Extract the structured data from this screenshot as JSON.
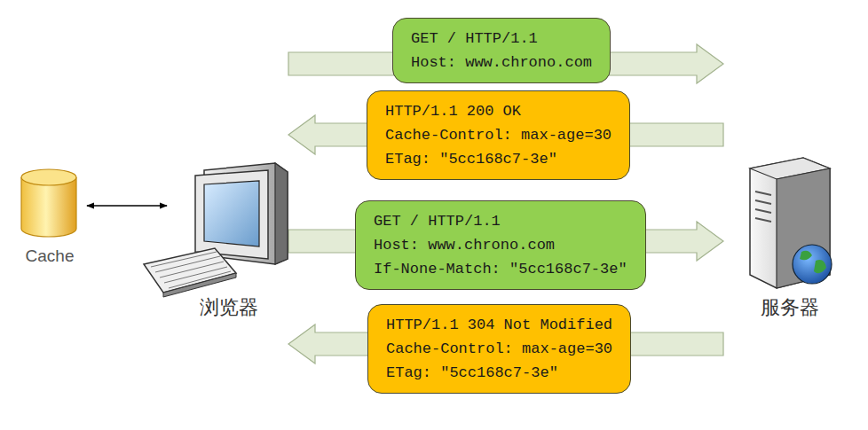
{
  "diagram": {
    "nodes": [
      {
        "text": [
          "Cache"
        ]
      },
      {
        "text": [
          "浏览器"
        ]
      },
      {
        "text": [
          "服务器"
        ]
      },
      {
        "text": [
          "GET / HTTP/1.1",
          "Host: www.chrono.com"
        ]
      },
      {
        "text": [
          "HTTP/1.1 200 OK",
          "Cache-Control: max-age=30",
          "ETag: \"5cc168c7-3e\""
        ]
      },
      {
        "text": [
          "GET / HTTP/1.1",
          "Host: www.chrono.com",
          "If-None-Match: \"5cc168c7-3e\""
        ]
      },
      {
        "text": [
          "HTTP/1.1 304 Not Modified",
          "Cache-Control: max-age=30",
          "ETag: \"5cc168c7-3e\""
        ]
      }
    ],
    "edges": [
      {
        "from": 0,
        "to": 1,
        "arrow": "both"
      },
      {
        "from": 1,
        "to": 2,
        "arrow": "to"
      },
      {
        "from": 2,
        "to": 1,
        "arrow": "to"
      },
      {
        "from": 1,
        "to": 2,
        "arrow": "to"
      },
      {
        "from": 2,
        "to": 1,
        "arrow": "to"
      }
    ]
  }
}
